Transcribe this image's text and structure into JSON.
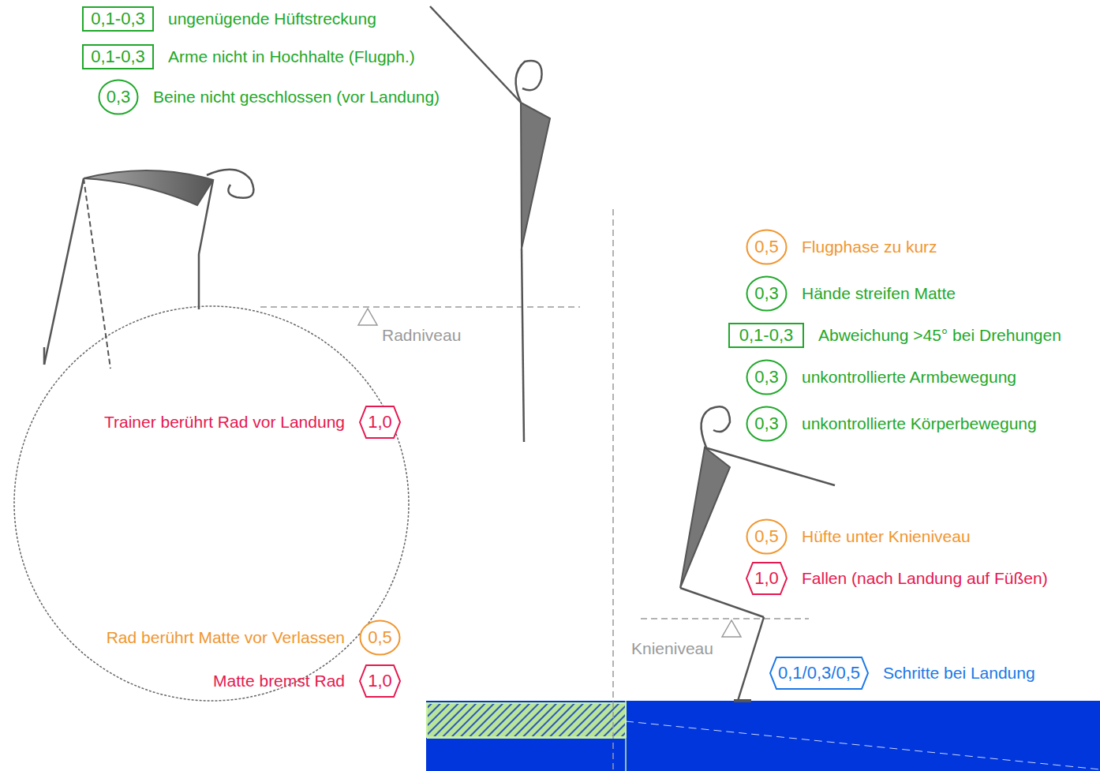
{
  "diagram": {
    "nodes": [
      {
        "text": [
          "0,1-0,3",
          "ungenügende Hüftstreckung"
        ]
      },
      {
        "text": [
          "0,1-0,3",
          "Arme nicht in Hochhalte (Flugph.)"
        ]
      },
      {
        "text": [
          "0,3",
          "Beine nicht geschlossen (vor Landung)"
        ]
      },
      {
        "text": [
          "1,0",
          "Trainer berührt Rad vor Landung"
        ]
      },
      {
        "text": [
          "0,5",
          "Rad berührt Matte vor Verlassen"
        ]
      },
      {
        "text": [
          "1,0",
          "Matte bremst Rad"
        ]
      },
      {
        "text": [
          "0,5",
          "Flugphase zu kurz"
        ]
      },
      {
        "text": [
          "0,3",
          "Hände streifen Matte"
        ]
      },
      {
        "text": [
          "0,1-0,3",
          "Abweichung >45° bei Drehungen"
        ]
      },
      {
        "text": [
          "0,3",
          "unkontrollierte Armbewegung"
        ]
      },
      {
        "text": [
          "0,3",
          "unkontrollierte Körperbewegung"
        ]
      },
      {
        "text": [
          "0,5",
          "Hüfte unter Knieniveau"
        ]
      },
      {
        "text": [
          "1,0",
          "Fallen (nach Landung auf Füßen)"
        ]
      },
      {
        "text": [
          "0,1/0,3/0,5",
          "Schritte bei Landung"
        ]
      }
    ],
    "labels": [
      "Radniveau",
      "Knieniveau"
    ]
  }
}
